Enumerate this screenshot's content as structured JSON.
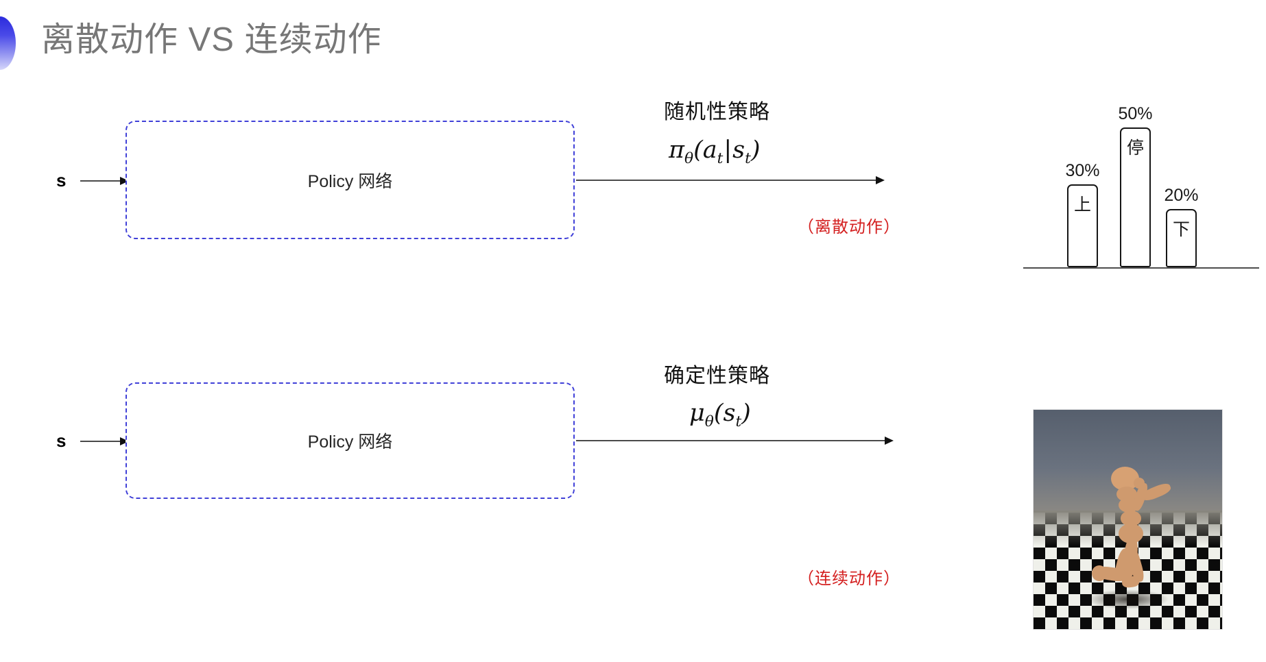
{
  "header": {
    "title": "离散动作 VS 连续动作",
    "decoration_icon": "half-circle-gradient-icon",
    "title_color": "#777777",
    "decoration_color_top": "#2b2bdd",
    "decoration_color_bottom": "#d6d7fa"
  },
  "theme": {
    "box_border_color": "#4040d8",
    "arrow_color": "#4a4a4a",
    "note_color": "#d42020",
    "background": "#ffffff"
  },
  "rows": [
    {
      "id": "discrete",
      "state_label": "s",
      "box_label": "Policy 网络",
      "policy_name": "随机性策略",
      "formula_main": "π",
      "formula_sub": "θ",
      "formula_args_open": "(a",
      "formula_args_sub1": "t",
      "formula_bar": "|",
      "formula_args2": "s",
      "formula_args_sub2": "t",
      "formula_close": ")",
      "action_note": "（离散动作）"
    },
    {
      "id": "continuous",
      "state_label": "s",
      "box_label": "Policy 网络",
      "policy_name": "确定性策略",
      "formula_main": "μ",
      "formula_sub": "θ",
      "formula_args_open": "(s",
      "formula_args_sub1": "t",
      "formula_close": ")",
      "action_note": "（连续动作）"
    }
  ],
  "chart_data": {
    "type": "bar",
    "title": "",
    "xlabel": "",
    "ylabel": "",
    "categories": [
      "上",
      "停",
      "下"
    ],
    "values": [
      30,
      50,
      20
    ],
    "value_labels": [
      "30%",
      "50%",
      "20%"
    ],
    "ylim": [
      0,
      60
    ],
    "grid": false,
    "legend": false,
    "bar_fill": "#ffffff",
    "bar_stroke": "#161616",
    "baseline": true
  },
  "humanoid": {
    "caption": "",
    "scene": "mujoco-humanoid-checkerboard",
    "sky_color": "#6a727f",
    "floor_light": "#eff0ea",
    "floor_dark": "#0b0b0b",
    "body_color": "#cf9a6e"
  }
}
